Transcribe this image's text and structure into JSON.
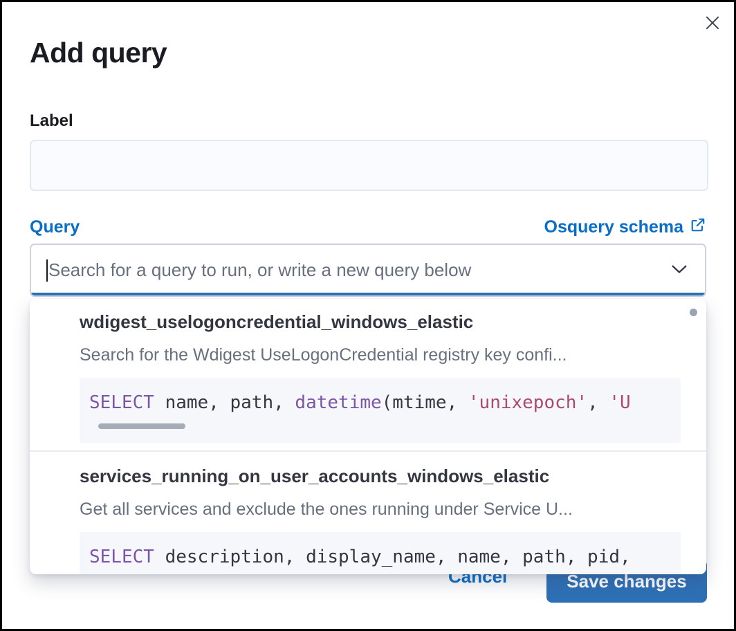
{
  "modal": {
    "title": "Add query"
  },
  "form": {
    "label_field": {
      "label": "Label",
      "value": ""
    },
    "query_field": {
      "label": "Query",
      "schema_link_label": "Osquery schema",
      "placeholder": "Search for a query to run, or write a new query below"
    }
  },
  "dropdown": {
    "options": [
      {
        "title": "wdigest_uselogoncredential_windows_elastic",
        "description": "Search for the Wdigest UseLogonCredential registry key confi...",
        "code_tokens": [
          {
            "t": "SELECT",
            "c": "keyword"
          },
          {
            "t": " name, path, ",
            "c": "plain"
          },
          {
            "t": "datetime",
            "c": "keyword"
          },
          {
            "t": "(mtime, ",
            "c": "plain"
          },
          {
            "t": "'unixepoch'",
            "c": "string"
          },
          {
            "t": ", ",
            "c": "plain"
          },
          {
            "t": "'U",
            "c": "string"
          }
        ]
      },
      {
        "title": "services_running_on_user_accounts_windows_elastic",
        "description": "Get all services and exclude the ones running under Service U...",
        "code_tokens": [
          {
            "t": "SELECT",
            "c": "keyword"
          },
          {
            "t": " description, display_name, name, path, pid,",
            "c": "plain"
          }
        ]
      }
    ]
  },
  "footer": {
    "cancel_label": "Cancel",
    "save_label": "Save changes"
  },
  "icons": {
    "close": "close-icon",
    "external_link": "external-link-icon",
    "chevron_down": "chevron-down-icon"
  },
  "colors": {
    "accent-text": "#0a6dc6",
    "accent-fill": "#2e70b6",
    "keyword": "#7b55a8",
    "string": "#ac4a6e",
    "code-plain": "#343741"
  }
}
